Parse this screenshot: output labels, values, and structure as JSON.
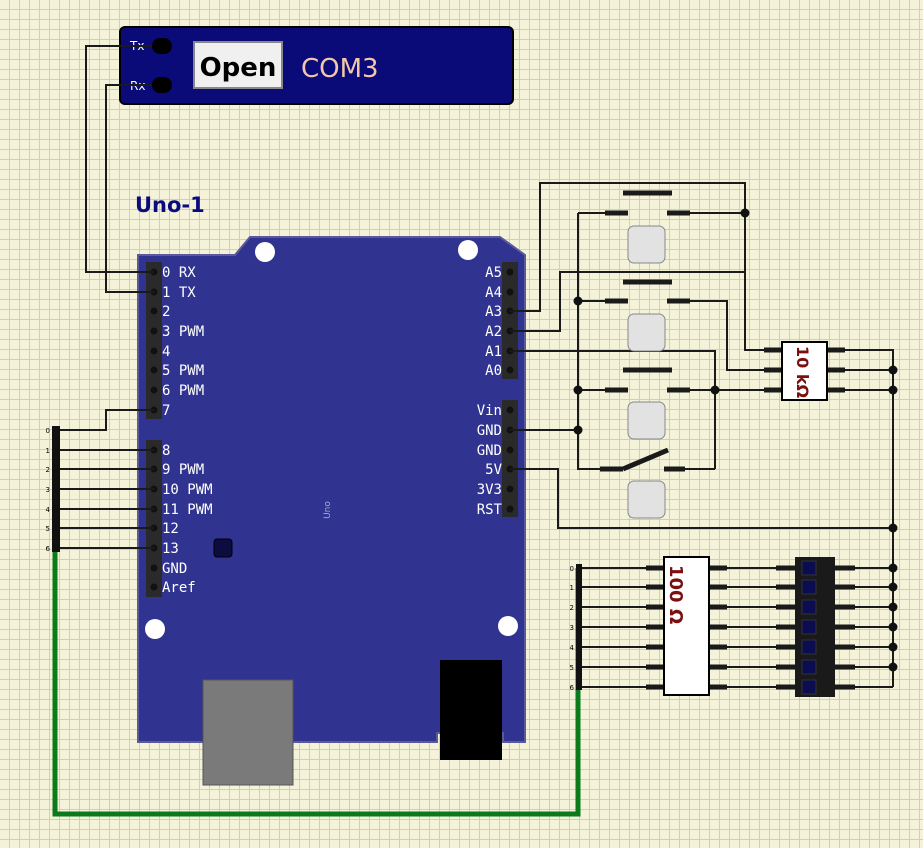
{
  "serial_port": {
    "tx_label": "Tx",
    "rx_label": "Rx",
    "open_button": "Open",
    "port_name": "COM3"
  },
  "board": {
    "title": "Uno-1",
    "silkscreen": "Uno",
    "left_pins": [
      "0 RX",
      "1 TX",
      "2",
      "3 PWM",
      "4",
      "5 PWM",
      "6 PWM",
      "7",
      "8",
      "9 PWM",
      "10 PWM",
      "11 PWM",
      "12",
      "13",
      "GND",
      "Aref"
    ],
    "right_pins": [
      "A5",
      "A4",
      "A3",
      "A2",
      "A1",
      "A0",
      "Vin",
      "GND",
      "GND",
      "5V",
      "3V3",
      "RST"
    ]
  },
  "bus_labels": [
    "0",
    "1",
    "2",
    "3",
    "4",
    "5",
    "6"
  ],
  "resistor_pullup": {
    "label": "10 kΩ"
  },
  "resistor_segments": {
    "label": "100 Ω"
  },
  "colors": {
    "board": "#30338f",
    "serial_bg": "#0a0a78",
    "wire": "#1a1a1a",
    "ground_wire": "#0a7a1a",
    "resistor_text": "#7a1010",
    "title": "#0b0b80"
  }
}
